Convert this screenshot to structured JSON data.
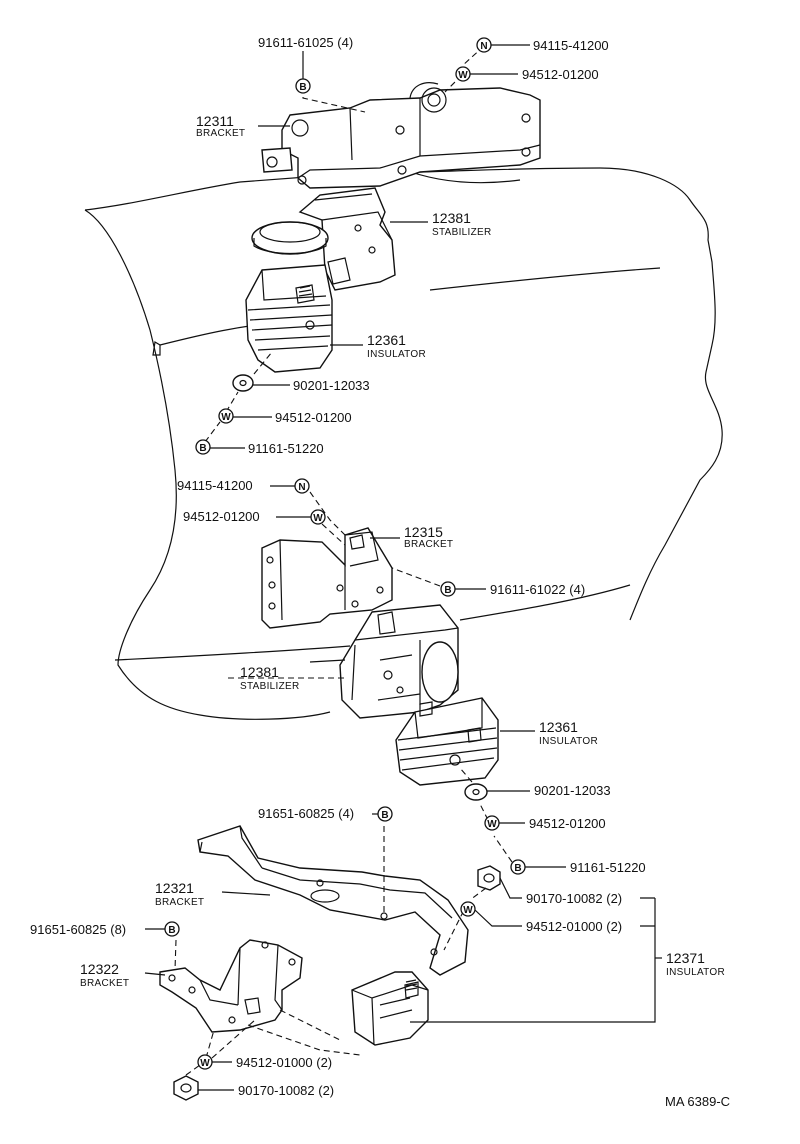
{
  "symbols": {
    "nut": "N",
    "washer": "W",
    "bolt": "B"
  },
  "labels": {
    "top": {
      "bolt_91611_61025": "91611-61025 (4)",
      "nut_94115": "94115-41200",
      "washer_94512": "94512-01200",
      "bracket_num": "12311",
      "bracket_name": "BRACKET",
      "stabilizer_num": "12381",
      "stabilizer_name": "STABILIZER",
      "insulator_num": "12361",
      "insulator_name": "INSULATOR",
      "plate_90201": "90201-12033",
      "washer_94512_b": "94512-01200",
      "bolt_91161": "91161-51220"
    },
    "middle": {
      "nut_94115": "94115-41200",
      "washer_94512": "94512-01200",
      "bracket_num": "12315",
      "bracket_name": "BRACKET",
      "bolt_91611_61022": "91611-61022 (4)",
      "stabilizer_num": "12381",
      "stabilizer_name": "STABILIZER",
      "insulator_num": "12361",
      "insulator_name": "INSULATOR",
      "plate_90201": "90201-12033",
      "washer_94512_b": "94512-01200",
      "bolt_91161": "91161-51220"
    },
    "bottom": {
      "bolt_91651_4": "91651-60825 (4)",
      "bracket_12321_num": "12321",
      "bracket_12321_name": "BRACKET",
      "bolt_91651_8": "91651-60825 (8)",
      "bracket_12322_num": "12322",
      "bracket_12322_name": "BRACKET",
      "nut_90170_r": "90170-10082 (2)",
      "washer_94512_r": "94512-01000 (2)",
      "insulator_num": "12371",
      "insulator_name": "INSULATOR",
      "washer_94512_l": "94512-01000 (2)",
      "nut_90170_l": "90170-10082 (2)"
    }
  },
  "footer": {
    "code": "MA  6389-C"
  }
}
